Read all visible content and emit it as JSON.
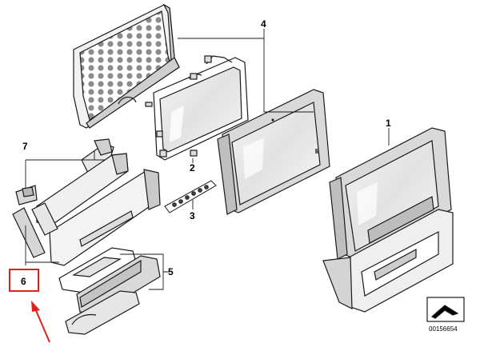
{
  "diagram": {
    "labels": {
      "part1": "1",
      "part2": "2",
      "part3": "3",
      "part4": "4",
      "part5": "5",
      "part6": "6",
      "part7": "7"
    },
    "reference_number": "00156654",
    "highlight_color": "#e0201a",
    "line_color": "#1a1a1a"
  }
}
